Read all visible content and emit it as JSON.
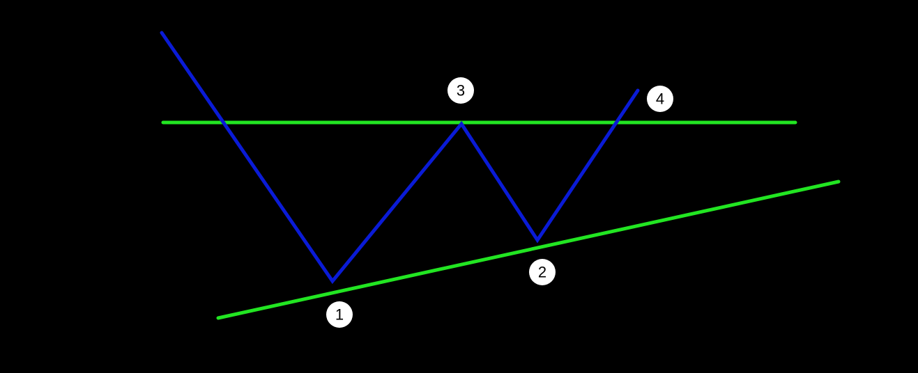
{
  "diagram": {
    "colors": {
      "background": "#000000",
      "support_line": "#22e522",
      "price_path": "#0a1bd6",
      "marker_fill": "#ffffff",
      "marker_text": "#000000"
    },
    "markers": [
      {
        "id": "marker-1",
        "label": "1"
      },
      {
        "id": "marker-2",
        "label": "2"
      },
      {
        "id": "marker-3",
        "label": "3"
      },
      {
        "id": "marker-4",
        "label": "4"
      }
    ]
  }
}
